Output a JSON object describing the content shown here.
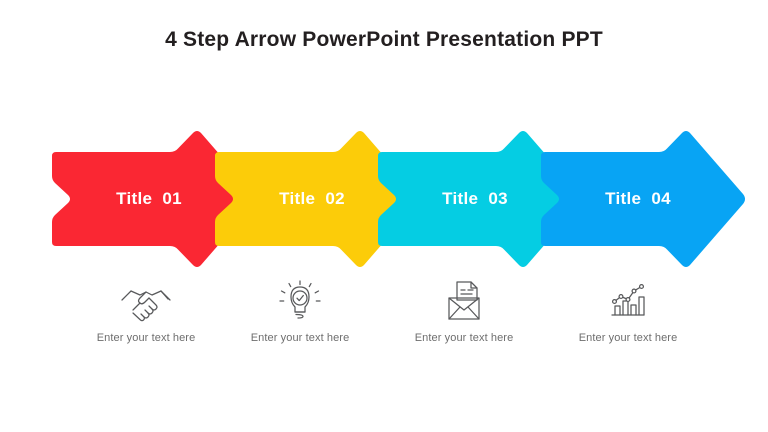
{
  "header": {
    "title": "4 Step Arrow PowerPoint Presentation PPT"
  },
  "theme": {
    "background": "#ffffff",
    "title_color": "#231f20",
    "caption_color": "#6e6e6e",
    "label_color": "#ffffff",
    "icon_stroke": "#58595b"
  },
  "steps": [
    {
      "label": "Title  01",
      "color": "#fa2733",
      "icon": "handshake-icon",
      "caption": "Enter your text here"
    },
    {
      "label": "Title  02",
      "color": "#fccc09",
      "icon": "lightbulb-check-icon",
      "caption": "Enter your text here"
    },
    {
      "label": "Title  03",
      "color": "#05cde3",
      "icon": "envelope-document-icon",
      "caption": "Enter your text here"
    },
    {
      "label": "Title  04",
      "color": "#08a4f4",
      "icon": "bar-chart-growth-icon",
      "caption": "Enter your text here"
    }
  ]
}
